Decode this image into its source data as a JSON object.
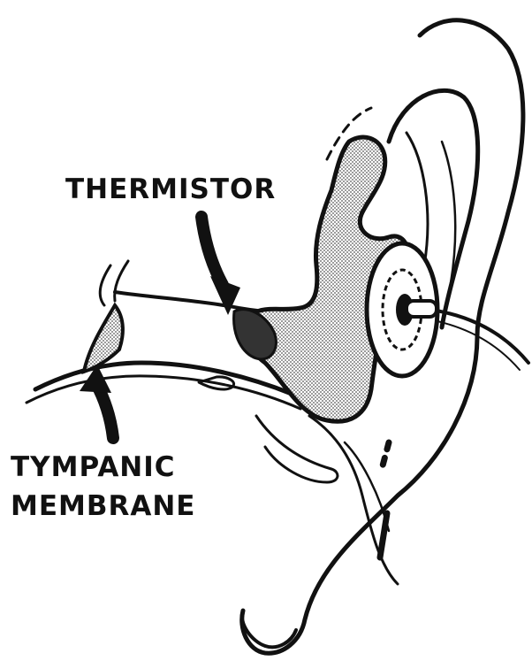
{
  "labels": {
    "thermistor": "THERMISTOR",
    "tympanic_line1": "TYMPANIC",
    "tympanic_line2": "MEMBRANE"
  },
  "colors": {
    "ink": "#111111",
    "shading": "#b8b8b8",
    "background": "#ffffff"
  }
}
